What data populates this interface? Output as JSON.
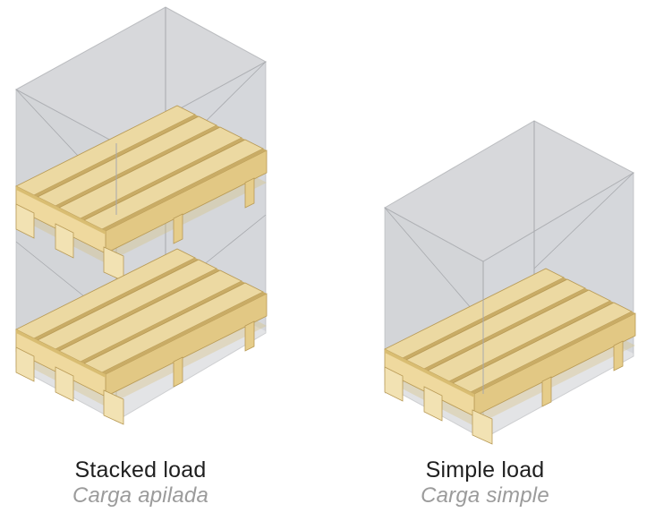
{
  "colors": {
    "box_fill": "#c9cbcf",
    "box_edge": "#a7a9ad",
    "wood_top": "#ecd9a2",
    "wood_side": "#e6cd8a",
    "wood_dark": "#c9ac66",
    "block_face": "#f2e2b3",
    "english_text": "#1f1f1f",
    "spanish_text": "#9b9b9b"
  },
  "figures": {
    "stacked": {
      "title_en": "Stacked load",
      "title_es": "Carga apilada",
      "pallet_count": 2
    },
    "simple": {
      "title_en": "Simple load",
      "title_es": "Carga simple",
      "pallet_count": 1
    }
  }
}
